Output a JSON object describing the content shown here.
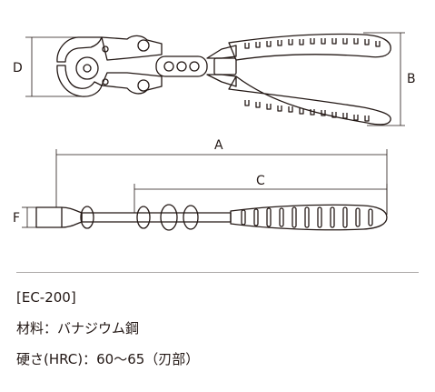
{
  "dimension_labels": {
    "d": "D",
    "b": "B",
    "a": "A",
    "c": "C",
    "f": "F"
  },
  "specs": {
    "model": "[EC-200]",
    "material": "材料：バナジウム鋼",
    "hardness": "硬さ(HRC)：60〜65（刃部）"
  },
  "colors": {
    "line": "#231815",
    "dim_line": "#231815",
    "background": "#ffffff"
  }
}
